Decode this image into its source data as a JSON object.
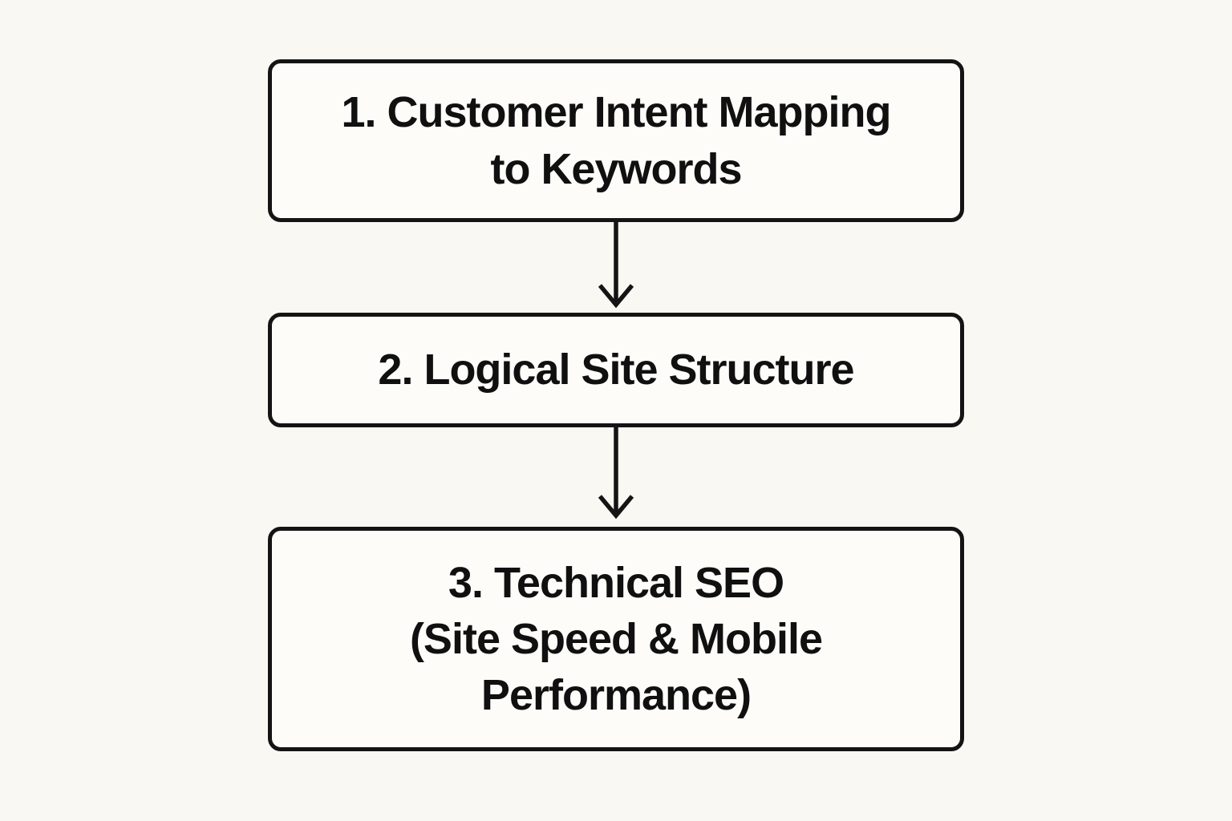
{
  "diagram": {
    "type": "flowchart",
    "direction": "top-down",
    "colors": {
      "background": "#FAF8F3",
      "node_fill": "#FDFCF9",
      "stroke": "#141414",
      "text": "#101010"
    },
    "nodes": [
      {
        "id": "1",
        "label": "1. Customer Intent Mapping\nto Keywords"
      },
      {
        "id": "2",
        "label": "2. Logical Site Structure"
      },
      {
        "id": "3",
        "label": "3. Technical SEO\n(Site Speed & Mobile\nPerformance)"
      }
    ],
    "edges": [
      {
        "from": "1",
        "to": "2",
        "style": "arrow-down"
      },
      {
        "from": "2",
        "to": "3",
        "style": "arrow-down"
      }
    ]
  }
}
